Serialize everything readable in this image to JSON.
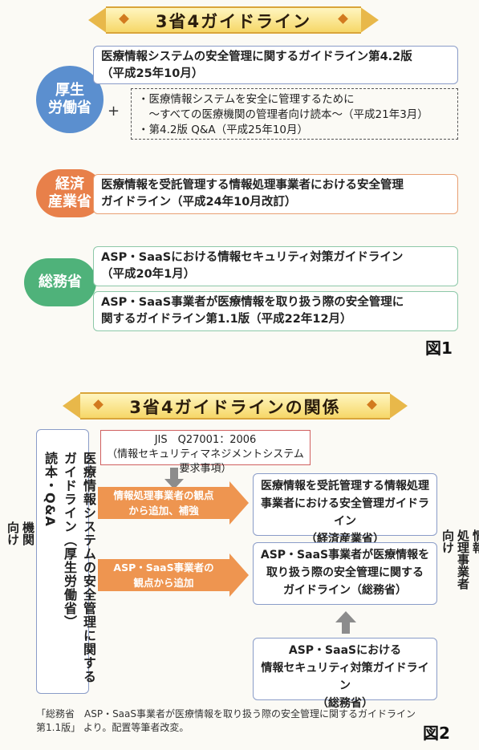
{
  "fig1": {
    "title": "3省4ガイドライン",
    "label": "図1",
    "ministries": {
      "mhlw": [
        "厚生",
        "労働省"
      ],
      "meti": [
        "経済",
        "産業省"
      ],
      "mic": "総務省"
    },
    "mhlw_box": [
      "医療情報システムの安全管理に関するガイドライン第4.2版",
      "（平成25年10月）"
    ],
    "plus": "+",
    "supplement": [
      "・医療情報システムを安全に管理するために",
      "　～すべての医療機関の管理者向け読本～（平成21年3月）",
      "・第4.2版 Q&A（平成25年10月）"
    ],
    "meti_box": [
      "医療情報を受託管理する情報処理事業者における安全管理",
      "ガイドライン（平成24年10月改訂）"
    ],
    "mic_box1": [
      "ASP・SaaSにおける情報セキュリティ対策ガイドライン",
      "（平成20年1月）"
    ],
    "mic_box2": [
      "ASP・SaaS事業者が医療情報を取り扱う際の安全管理に",
      "関するガイドライン第1.1版（平成22年12月）"
    ]
  },
  "fig2": {
    "title": "3省4ガイドラインの関係",
    "label": "図2",
    "left_label": "医療\n機関\n向け",
    "right_label": "情報\n処理事業者\n向け",
    "left_box": "医療情報システムの安全管理に関する\nガイドライン（厚生労働省）\n読本・Q&A",
    "jis": [
      "JIS　Q27001：2006",
      "（情報セキュリティマネジメントシステム要求事項）"
    ],
    "arrow1": [
      "情報処理事業者の観点",
      "から追加、補強"
    ],
    "arrow2": [
      "ASP・SaaS事業者の",
      "観点から追加"
    ],
    "right_box1": [
      "医療情報を受託管理する情報処理",
      "事業者における安全管理ガイドライン",
      "（経済産業省）"
    ],
    "right_box2": [
      "ASP・SaaS事業者が医療情報を",
      "取り扱う際の安全管理に関する",
      "ガイドライン（総務省）"
    ],
    "right_box3": [
      "ASP・SaaSにおける",
      "情報セキュリティ対策ガイドライン",
      "（総務省）"
    ],
    "note": [
      "「総務省　ASP・SaaS事業者が医療情報を取り扱う際の安全管理に関するガイドライン",
      "第1.1版」 より。配置等筆者改変。"
    ]
  },
  "colors": {
    "mhlw": "#5b8fcf",
    "meti": "#e8804a",
    "mic": "#4fb27a",
    "arrow": "#ee9550",
    "banner": "#f6d768"
  }
}
